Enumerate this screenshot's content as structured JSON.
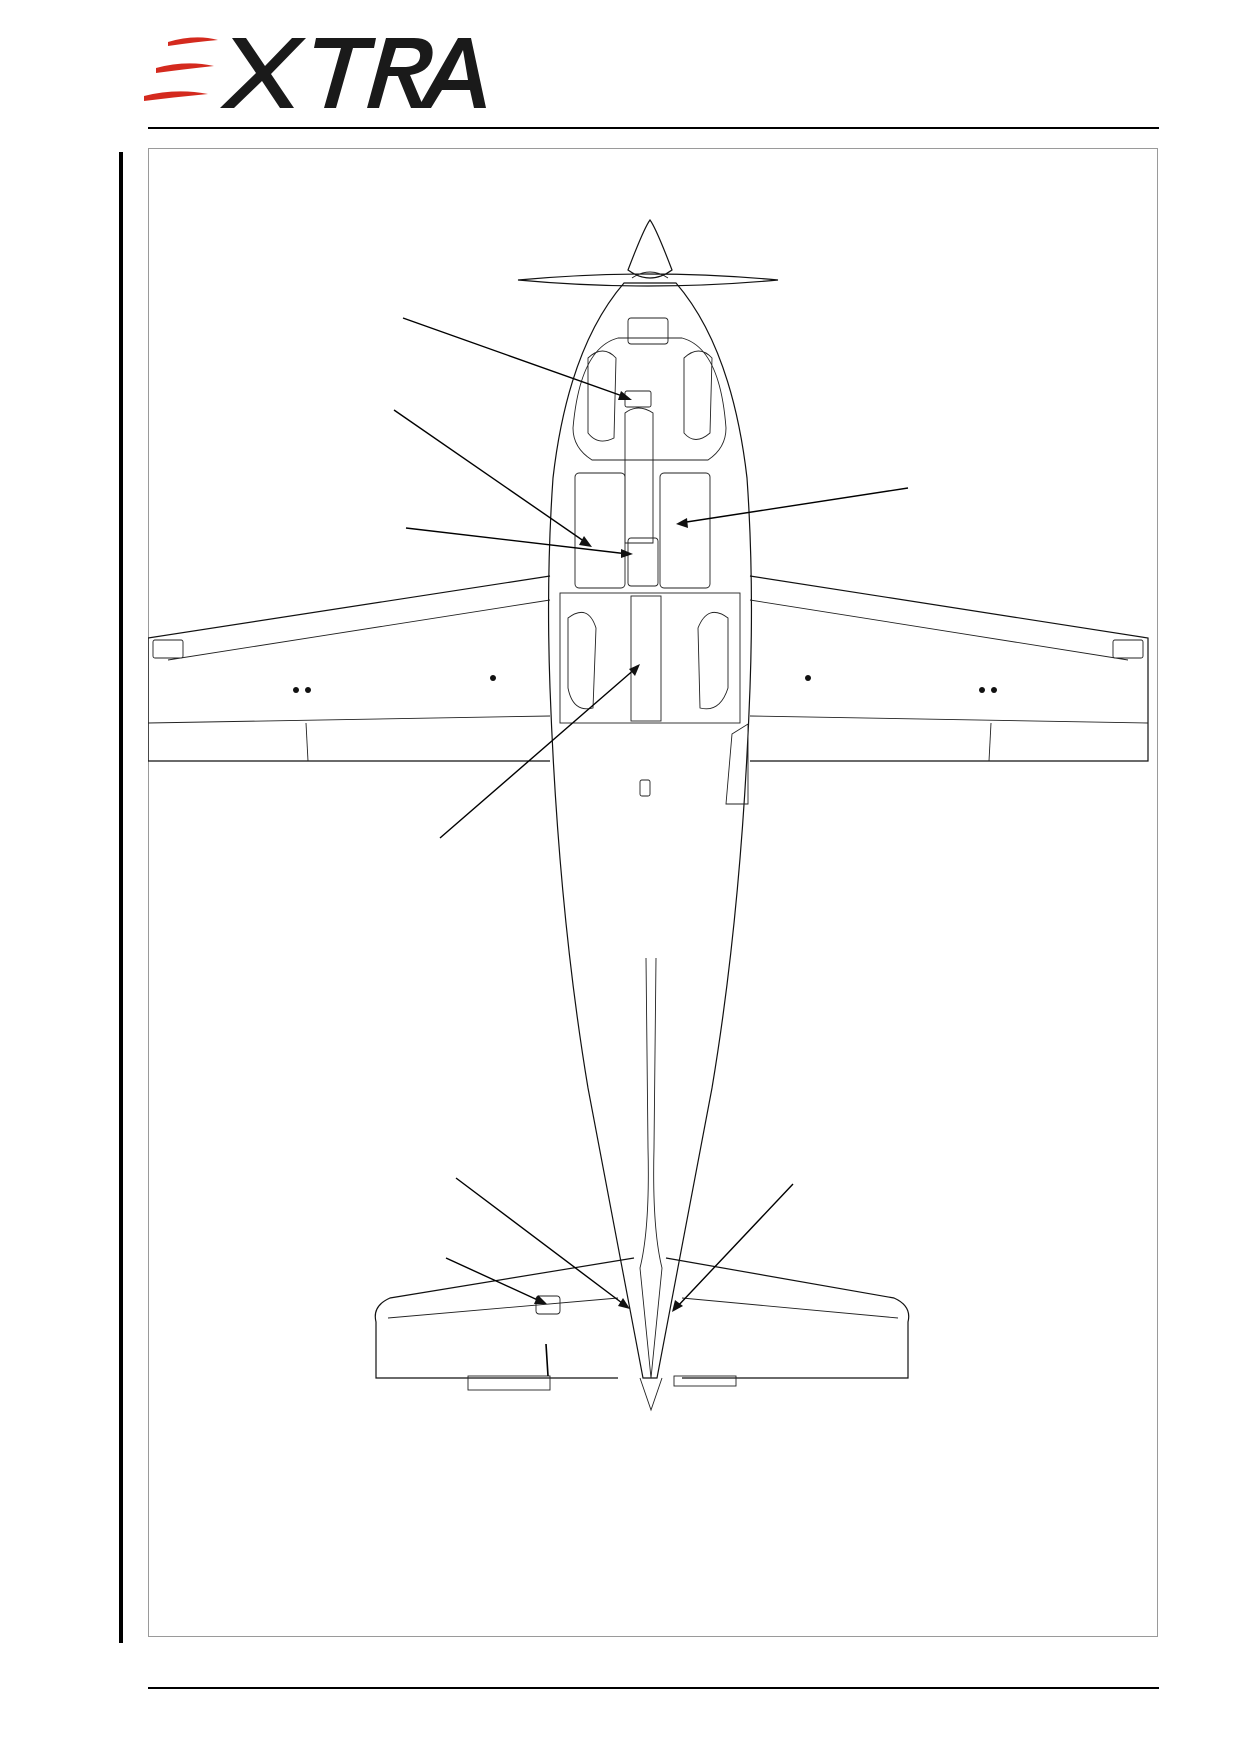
{
  "header": {
    "logo_text": "XTRA",
    "logo_accent_color": "#d42a1e",
    "logo_text_color": "#1a1a1a"
  },
  "figure": {
    "subject": "aircraft-top-view",
    "leaders": [
      {
        "id": "leader-fwd-panel"
      },
      {
        "id": "leader-left-seat-panel"
      },
      {
        "id": "leader-center-panel"
      },
      {
        "id": "leader-right-seat-panel"
      },
      {
        "id": "leader-floor-panel"
      },
      {
        "id": "leader-tail-left"
      },
      {
        "id": "leader-tail-right"
      },
      {
        "id": "leader-stab-panel"
      }
    ]
  }
}
